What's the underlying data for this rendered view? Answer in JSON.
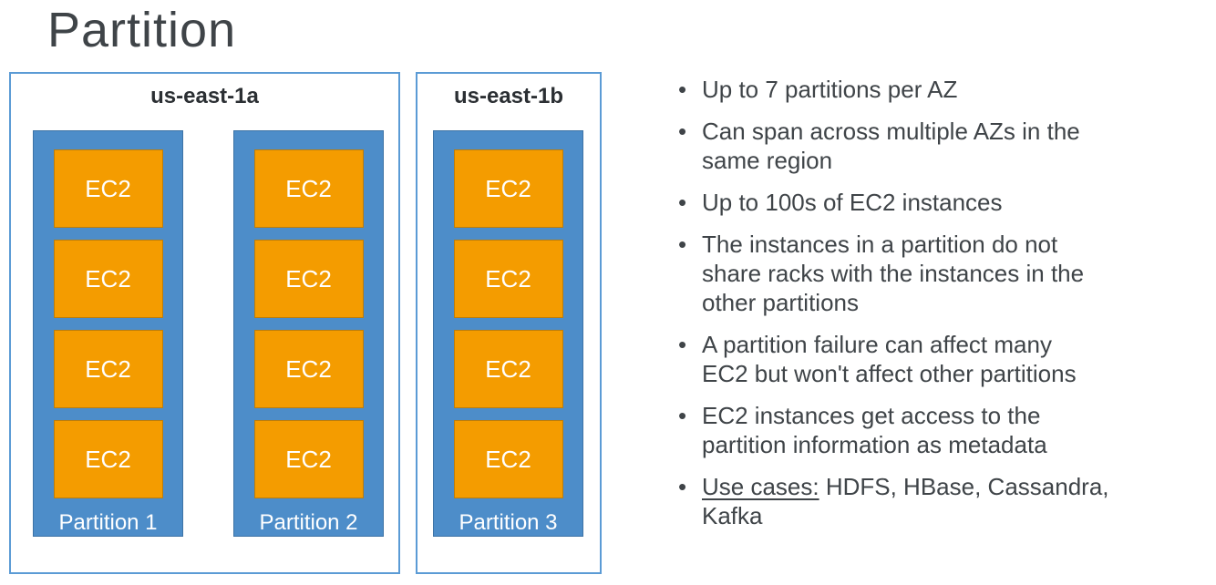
{
  "title": "Partition",
  "diagram": {
    "azs": [
      {
        "label": "us-east-1a",
        "partitions": [
          {
            "label": "Partition 1",
            "instances": [
              "EC2",
              "EC2",
              "EC2",
              "EC2"
            ]
          },
          {
            "label": "Partition 2",
            "instances": [
              "EC2",
              "EC2",
              "EC2",
              "EC2"
            ]
          }
        ]
      },
      {
        "label": "us-east-1b",
        "partitions": [
          {
            "label": "Partition 3",
            "instances": [
              "EC2",
              "EC2",
              "EC2",
              "EC2"
            ]
          }
        ]
      }
    ]
  },
  "bullets": {
    "items": [
      {
        "text": "Up to 7 partitions per AZ"
      },
      {
        "text": "Can span across multiple AZs in the\nsame region"
      },
      {
        "text": "Up to 100s of EC2 instances"
      },
      {
        "text": "The instances in a partition do not\nshare racks with the instances in the\nother partitions"
      },
      {
        "text": "A partition failure can affect many\nEC2 but won't affect other partitions"
      },
      {
        "text": "EC2 instances get access to the\npartition information as metadata"
      }
    ],
    "use_cases": {
      "label": "Use cases:",
      "rest": " HDFS, HBase, Cassandra,\nKafka"
    }
  },
  "colors": {
    "az_border": "#5b9bd5",
    "partition_fill": "#4d8dc9",
    "partition_border": "#3d73a6",
    "ec2_fill": "#f49c00",
    "ec2_border": "#bc7d0b",
    "title_text": "#3f4448",
    "bullet_text": "#3f4448",
    "az_label_text": "#2b2f33"
  }
}
